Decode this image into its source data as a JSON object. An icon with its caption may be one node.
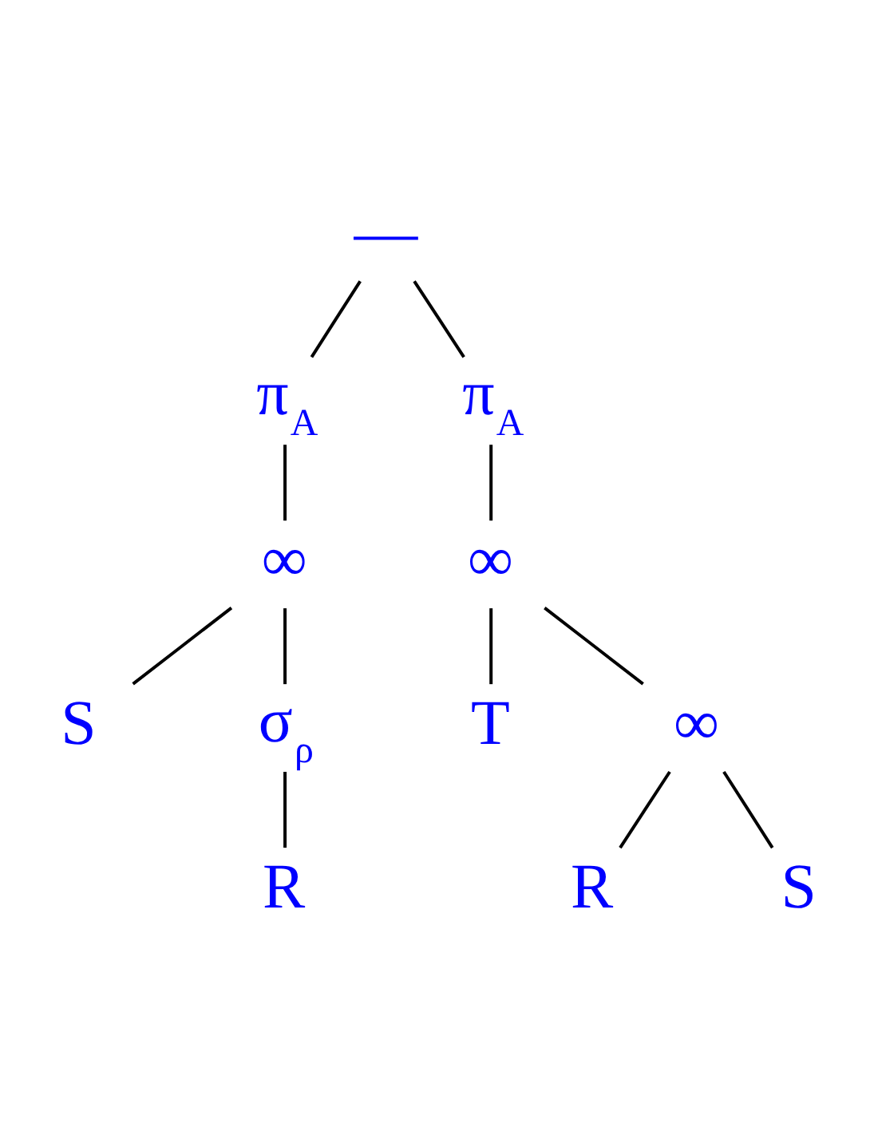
{
  "diagram": {
    "nodes": [
      {
        "text": [
          "—"
        ]
      },
      {
        "text": [
          "π",
          "A"
        ]
      },
      {
        "text": [
          "π",
          "A"
        ]
      },
      {
        "text": [
          "∞"
        ]
      },
      {
        "text": [
          "∞"
        ]
      },
      {
        "text": [
          "S"
        ]
      },
      {
        "text": [
          "σ",
          "ρ"
        ]
      },
      {
        "text": [
          "T"
        ]
      },
      {
        "text": [
          "∞"
        ]
      },
      {
        "text": [
          "R"
        ]
      },
      {
        "text": [
          "R"
        ]
      },
      {
        "text": [
          "S"
        ]
      }
    ],
    "edges": [
      {
        "from": 0,
        "to": 1,
        "arrow": "none"
      },
      {
        "from": 0,
        "to": 2,
        "arrow": "none"
      },
      {
        "from": 1,
        "to": 3,
        "arrow": "none"
      },
      {
        "from": 2,
        "to": 4,
        "arrow": "none"
      },
      {
        "from": 3,
        "to": 5,
        "arrow": "none"
      },
      {
        "from": 3,
        "to": 6,
        "arrow": "none"
      },
      {
        "from": 4,
        "to": 7,
        "arrow": "none"
      },
      {
        "from": 4,
        "to": 8,
        "arrow": "none"
      },
      {
        "from": 6,
        "to": 9,
        "arrow": "none"
      },
      {
        "from": 8,
        "to": 10,
        "arrow": "none"
      },
      {
        "from": 8,
        "to": 11,
        "arrow": "none"
      }
    ]
  }
}
